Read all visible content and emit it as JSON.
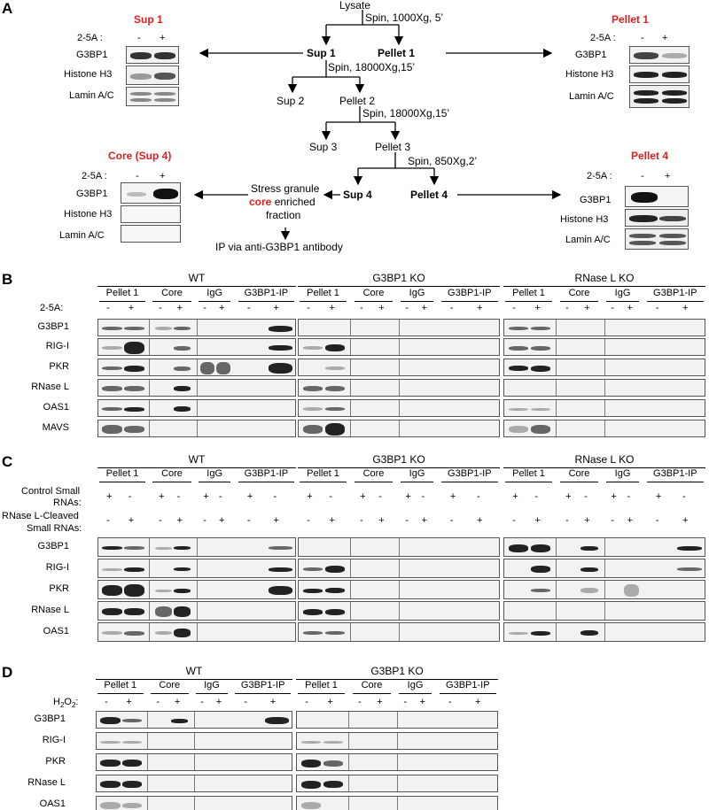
{
  "panels": [
    "A",
    "B",
    "C",
    "D"
  ],
  "panelA": {
    "lysate": "Lysate",
    "spin1": "Spin, 1000Xg, 5’",
    "sup1": "Sup 1",
    "pellet1": "Pellet 1",
    "spin2": "Spin, 18000Xg,15’",
    "sup2": "Sup 2",
    "pellet2": "Pellet 2",
    "spin3": "Spin, 18000Xg,15’",
    "sup3": "Sup 3",
    "pellet3": "Pellet 3",
    "spin4": "Spin, 850Xg,2’",
    "sup4": "Sup 4",
    "pellet4": "Pellet 4",
    "sg_line1": "Stress granule",
    "sg_core": "core",
    "sg_enriched": " enriched",
    "sg_line3": "fraction",
    "ip": "IP via anti-G3BP1 antibody",
    "blot_sup1_title": "Sup 1",
    "blot_pellet1_title": "Pellet 1",
    "blot_core_title": "Core (Sup 4)",
    "blot_pellet4_title": "Pellet 4",
    "treat_label": "2-5A :",
    "minus": "-",
    "plus": "+",
    "rows": [
      "G3BP1",
      "Histone H3",
      "Lamin A/C"
    ]
  },
  "panelB": {
    "groups": [
      "WT",
      "G3BP1 KO",
      "RNase L KO"
    ],
    "lanes": [
      "Pellet 1",
      "Core",
      "IgG",
      "G3BP1-IP"
    ],
    "treat_label": "2-5A:",
    "rows": [
      "G3BP1",
      "RIG-I",
      "PKR",
      "RNase L",
      "OAS1",
      "MAVS"
    ]
  },
  "panelC": {
    "groups": [
      "WT",
      "G3BP1 KO",
      "RNase L KO"
    ],
    "lanes": [
      "Pellet 1",
      "Core",
      "IgG",
      "G3BP1-IP"
    ],
    "treat1a": "Control Small",
    "treat1b": "RNAs:",
    "treat2a": "RNase L-Cleaved",
    "treat2b": "Small RNAs:",
    "rows": [
      "G3BP1",
      "RIG-I",
      "PKR",
      "RNase L",
      "OAS1"
    ]
  },
  "panelD": {
    "groups": [
      "WT",
      "G3BP1 KO"
    ],
    "lanes": [
      "Pellet 1",
      "Core",
      "IgG",
      "G3BP1-IP"
    ],
    "treat_label": "H2O2:",
    "rows": [
      "G3BP1",
      "RIG-I",
      "PKR",
      "RNase L",
      "OAS1"
    ]
  }
}
